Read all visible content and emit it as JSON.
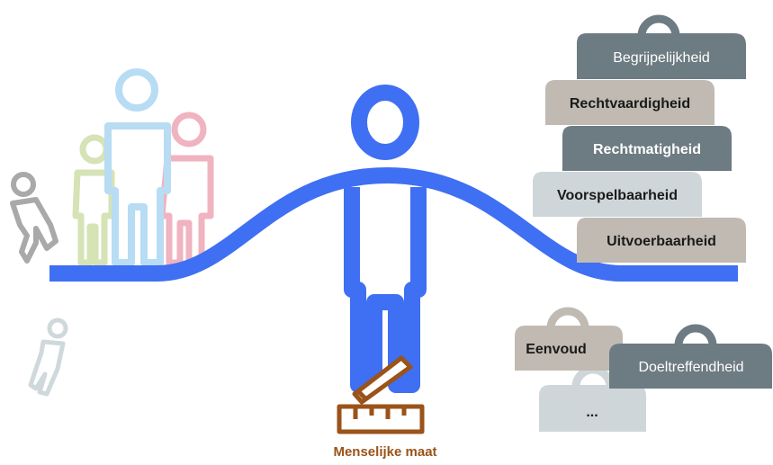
{
  "weights_stack": [
    {
      "label": "Begrijpelijkheid",
      "color": "#6d7b82",
      "text_color": "#ffffff"
    },
    {
      "label": "Rechtvaardigheid",
      "color": "#c0bab2",
      "text_color": "#1a1a1a"
    },
    {
      "label": "Rechtmatigheid",
      "color": "#6d7b82",
      "text_color": "#ffffff"
    },
    {
      "label": "Voorspelbaarheid",
      "color": "#cfd6d9",
      "text_color": "#1a1a1a"
    },
    {
      "label": "Uitvoerbaarheid",
      "color": "#c0bab2",
      "text_color": "#1a1a1a"
    }
  ],
  "weights_loose": [
    {
      "label": "Eenvoud",
      "color": "#c0bab2",
      "text_color": "#1a1a1a"
    },
    {
      "label": "Doeltreffendheid",
      "color": "#6d7b82",
      "text_color": "#ffffff"
    },
    {
      "label": "...",
      "color": "#cfd6d9",
      "text_color": "#1a1a1a"
    }
  ],
  "caption": "Menselijke maat",
  "colors": {
    "beam_blue": "#3f6ff2",
    "caption_brown": "#9a5318",
    "figure_grey": "#a9a9a9",
    "figure_green": "#d5e3b5",
    "figure_lightblue": "#b7dcf3",
    "figure_pink": "#f0b3c0",
    "figure_lightgrey": "#cfd8db"
  }
}
